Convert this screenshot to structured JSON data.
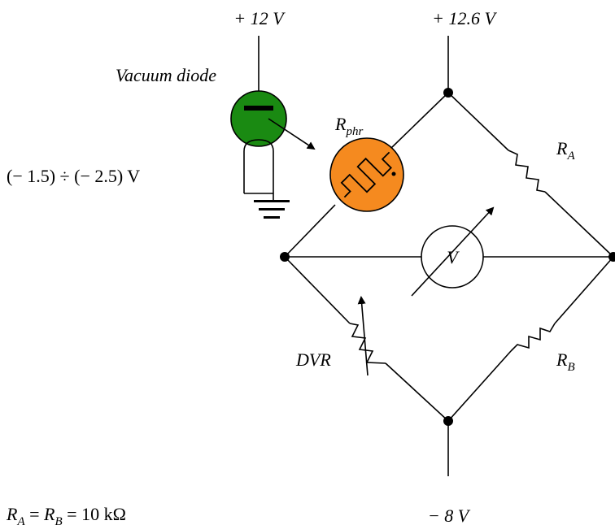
{
  "labels": {
    "supply_left": "+ 12 V",
    "supply_right": "+ 12.6 V",
    "supply_bottom": "− 8 V",
    "vacuum_diode": "Vacuum diode",
    "bias_voltage": "(− 1.5) ÷ (− 2.5)  V",
    "r_phr_main": "R",
    "r_phr_sub": "phr",
    "r_a_main": "R",
    "r_a_sub": "A",
    "r_b_main": "R",
    "r_b_sub": "B",
    "dvr": "DVR",
    "voltmeter": "V",
    "eq_ra": "R",
    "eq_ra_sub": "A",
    "eq_mid": " = ",
    "eq_rb": "R",
    "eq_rb_sub": "B",
    "eq_value": " = 10  kΩ"
  },
  "colors": {
    "diode_fill": "#1a8a12",
    "photoresistor_fill": "#f58a1f",
    "wire": "#000000"
  },
  "icons": {
    "diode": "vacuum-diode-icon",
    "photoresistor": "photoresistor-icon",
    "ground": "ground-icon",
    "voltmeter": "voltmeter-icon"
  }
}
